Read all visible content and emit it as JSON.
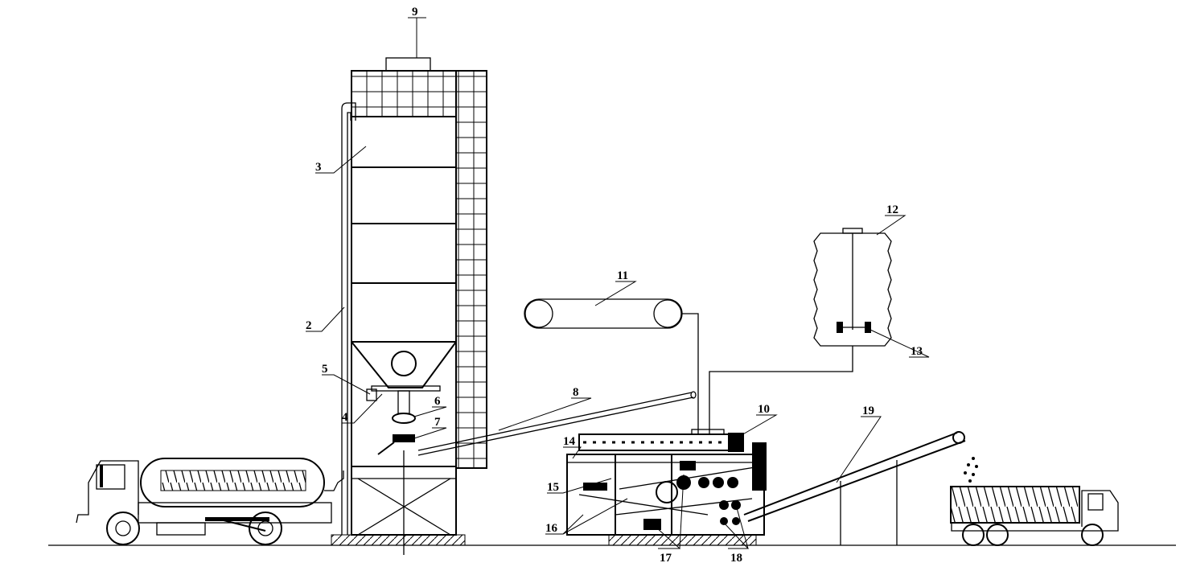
{
  "diagram": {
    "labels": {
      "l2": "2",
      "l3": "3",
      "l4": "4",
      "l5": "5",
      "l6": "6",
      "l7": "7",
      "l8": "8",
      "l9": "9",
      "l10": "10",
      "l11": "11",
      "l12": "12",
      "l13": "13",
      "l14": "14",
      "l15": "15",
      "l16": "16",
      "l17": "17",
      "l18": "18",
      "l19": "19"
    },
    "colors": {
      "line": "#000000",
      "background": "#ffffff"
    }
  }
}
